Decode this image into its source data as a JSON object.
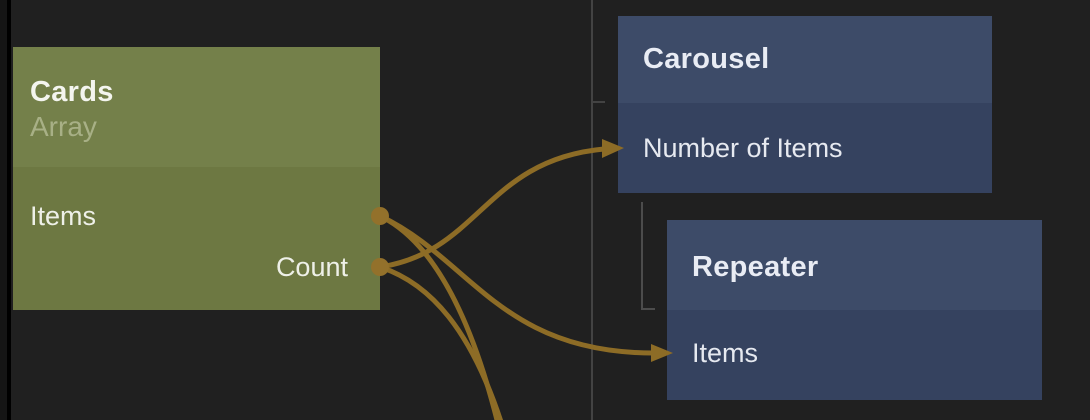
{
  "colors": {
    "canvas_bg": "#202020",
    "left_rail": "#151515",
    "left_rail_divider": "#000000",
    "grid_line": "#434343",
    "hierarchy_line": "#4c4c4c",
    "wire": "#8d6c26",
    "port_dot": "#93712b",
    "cards_header_bg": "#74804a",
    "cards_body_bg": "#6d7842",
    "blue_header_bg": "#3d4b68",
    "blue_body_bg": "#35425f"
  },
  "nodes": {
    "cards": {
      "title": "Cards",
      "subtitle": "Array",
      "outputs": [
        {
          "label": "Items"
        },
        {
          "label": "Count"
        }
      ]
    },
    "carousel": {
      "title": "Carousel",
      "inputs": [
        {
          "label": "Number of Items"
        }
      ]
    },
    "repeater": {
      "title": "Repeater",
      "inputs": [
        {
          "label": "Items"
        }
      ]
    }
  },
  "connections": [
    {
      "from": "Cards.Count",
      "to": "Carousel.Number of Items"
    },
    {
      "from": "Cards.Items",
      "to": "Repeater.Items"
    },
    {
      "from": "Cards.Items",
      "to": "offscreen-bottom"
    },
    {
      "from": "Cards.Count",
      "to": "offscreen-bottom"
    }
  ]
}
